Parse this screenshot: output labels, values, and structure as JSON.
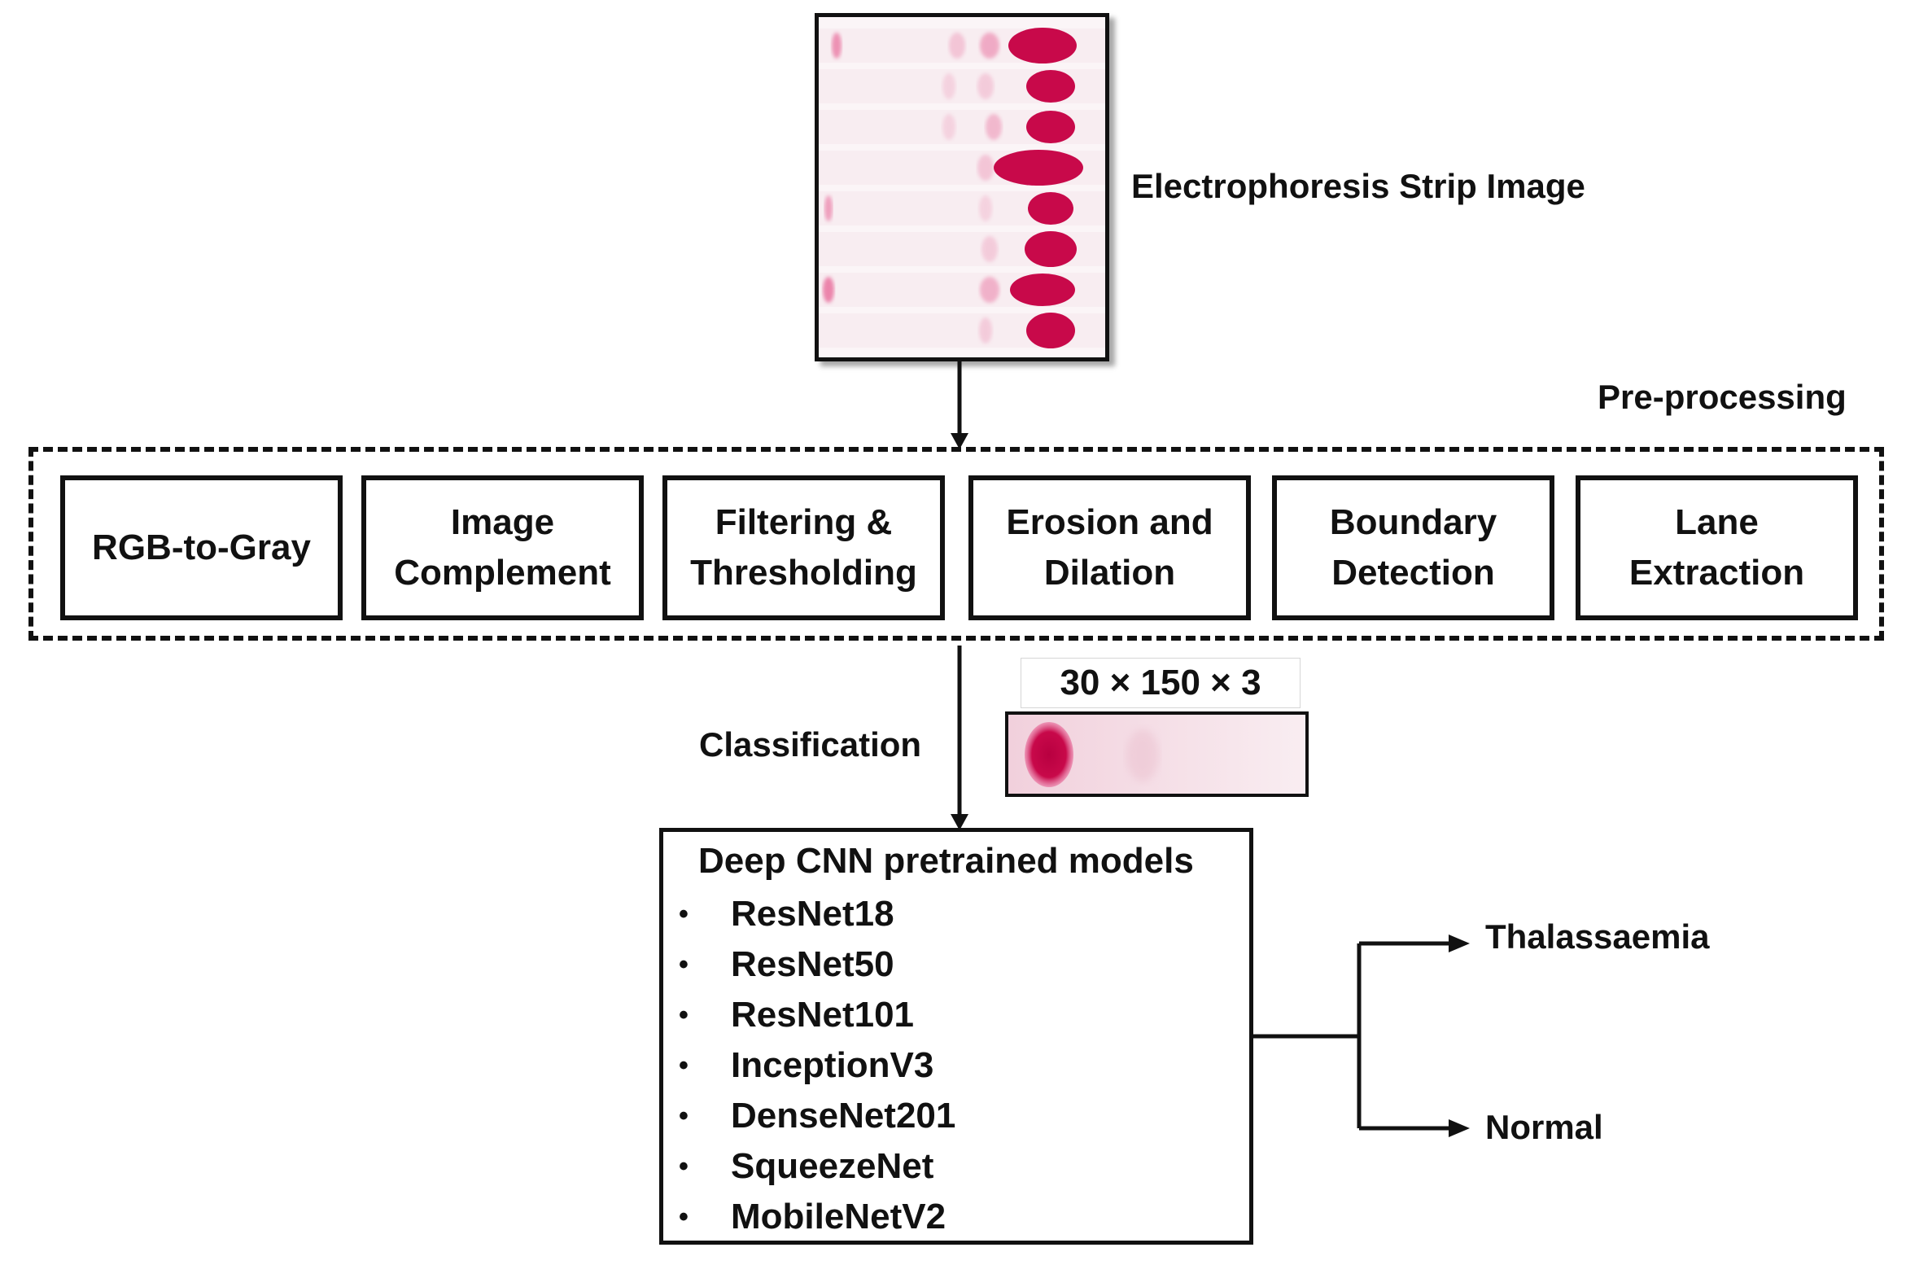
{
  "strip_image": {
    "caption": "Electrophoresis Strip Image",
    "colors": {
      "band": "#c8094a",
      "background": "#fbf5f7"
    }
  },
  "preprocessing": {
    "label": "Pre-processing",
    "steps": [
      [
        "RGB-to-Gray"
      ],
      [
        "Image",
        "Complement"
      ],
      [
        "Filtering &",
        "Thresholding"
      ],
      [
        "Erosion and",
        "Dilation"
      ],
      [
        "Boundary",
        "Detection"
      ],
      [
        "Lane",
        "Extraction"
      ]
    ]
  },
  "classification": {
    "label": "Classification",
    "lane_dimensions": "30 × 150 × 3"
  },
  "models": {
    "title": "Deep CNN pretrained models",
    "items": [
      "ResNet18",
      "ResNet50",
      "ResNet101",
      "InceptionV3",
      "DenseNet201",
      "SqueezeNet",
      "MobileNetV2"
    ]
  },
  "outputs": [
    "Thalassaemia",
    "Normal"
  ],
  "colors": {
    "line": "#111111",
    "band": "#c8094a",
    "band_light": "#e86a9a"
  }
}
